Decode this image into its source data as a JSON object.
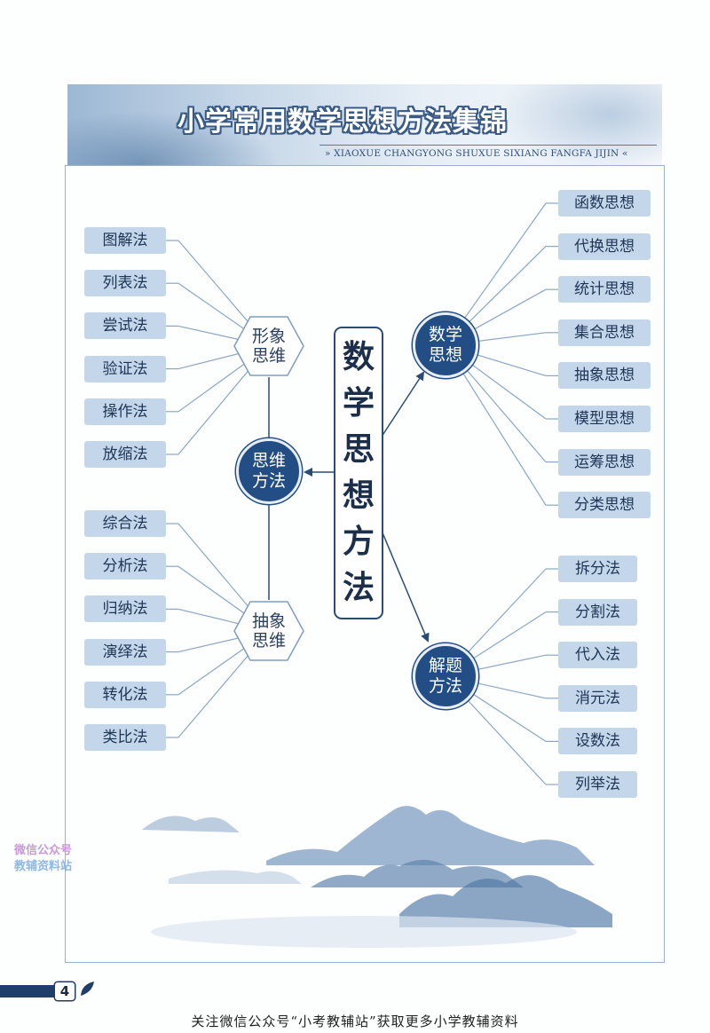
{
  "title": "小学常用数学思想方法集锦",
  "subtitle": "» XIAOXUE CHANGYONG SHUXUE SIXIANG FANGFA JIJIN «",
  "central": [
    "数",
    "学",
    "思",
    "想",
    "方",
    "法"
  ],
  "nodes": {
    "siwei": [
      "思维",
      "方法"
    ],
    "shuxue": [
      "数学",
      "思想"
    ],
    "jieti": [
      "解题",
      "方法"
    ],
    "xingxiang": [
      "形象",
      "思维"
    ],
    "chouxiang": [
      "抽象",
      "思维"
    ]
  },
  "xingxiang_items": [
    "图解法",
    "列表法",
    "尝试法",
    "验证法",
    "操作法",
    "放缩法"
  ],
  "chouxiang_items": [
    "综合法",
    "分析法",
    "归纳法",
    "演绎法",
    "转化法",
    "类比法"
  ],
  "shuxue_items": [
    "函数思想",
    "代换思想",
    "统计思想",
    "集合思想",
    "抽象思想",
    "模型思想",
    "运筹思想",
    "分类思想"
  ],
  "jieti_items": [
    "拆分法",
    "分割法",
    "代入法",
    "消元法",
    "设数法",
    "列举法"
  ],
  "page_number": "4",
  "footer": "关注微信公众号“小考教辅站”获取更多小学教辅资料",
  "watermark": [
    "微信公众号",
    "教辅资料站"
  ],
  "colors": {
    "pill_bg": "#c3d6ea",
    "circle_bg": "#234e85",
    "line": "#8aa6c4",
    "arrow": "#2a4b73"
  }
}
